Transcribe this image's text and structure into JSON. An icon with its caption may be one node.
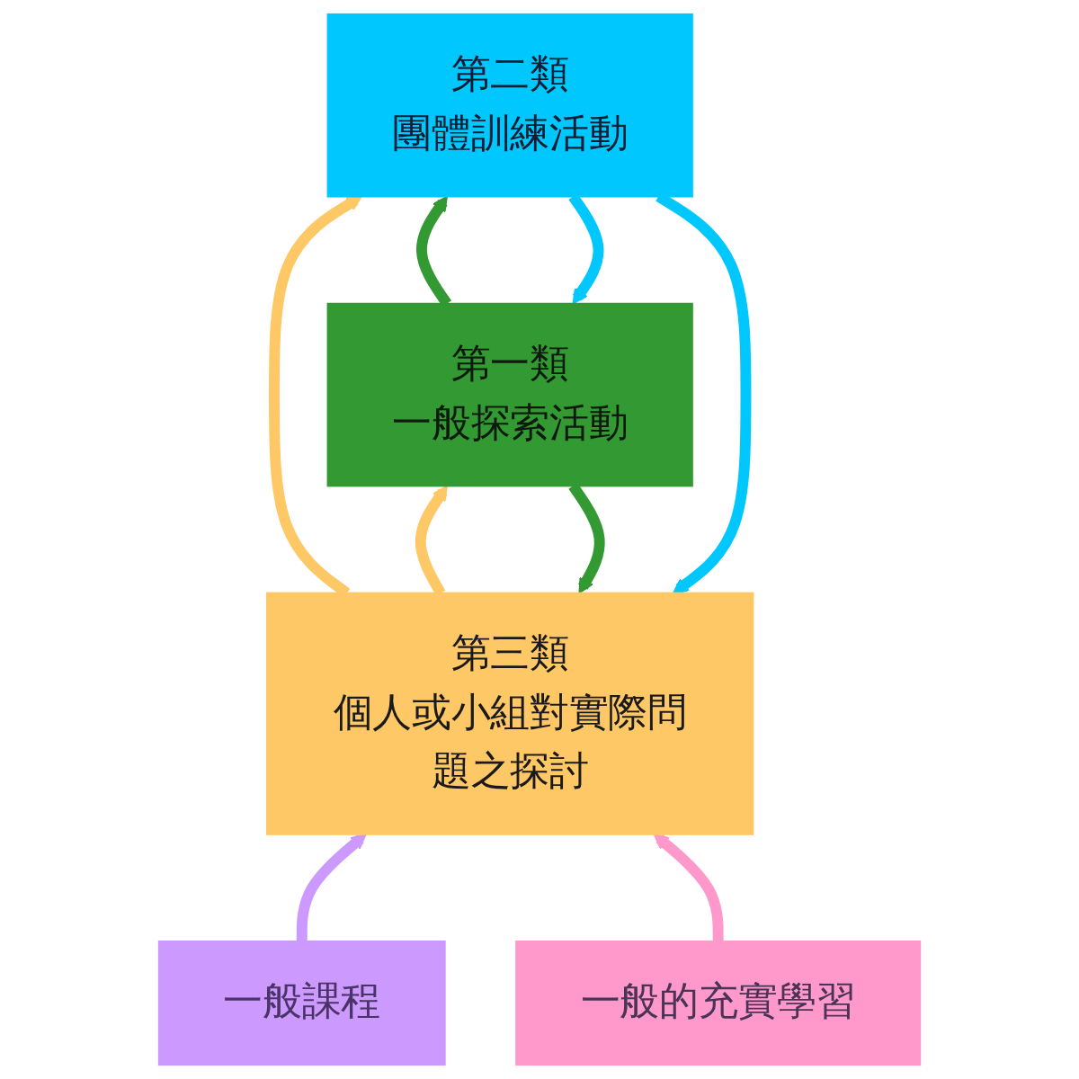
{
  "diagram": {
    "nodes": [
      {
        "text": [
          "第一類",
          "一般探索活動"
        ]
      },
      {
        "text": [
          "第二類",
          "團體訓練活動"
        ]
      },
      {
        "text": [
          "第三類",
          "個人或小組對實際問題之探討"
        ]
      },
      {
        "text": [
          "一般課程"
        ]
      },
      {
        "text": [
          "一般的充實學習"
        ]
      }
    ],
    "edges": [
      {
        "from": 3,
        "to": 2,
        "arrow": "to",
        "color": "#cc99ff"
      },
      {
        "from": 4,
        "to": 2,
        "arrow": "to",
        "color": "#ff99cc"
      },
      {
        "from": 2,
        "to": 0,
        "arrow": "to",
        "color": "#ffc866"
      },
      {
        "from": 2,
        "to": 1,
        "arrow": "to",
        "color": "#ffc866"
      },
      {
        "from": 0,
        "to": 1,
        "arrow": "to",
        "color": "#339933"
      },
      {
        "from": 1,
        "to": 0,
        "arrow": "to",
        "color": "#00c8ff"
      },
      {
        "from": 0,
        "to": 2,
        "arrow": "to",
        "color": "#339933"
      },
      {
        "from": 1,
        "to": 2,
        "arrow": "to",
        "color": "#00c8ff"
      }
    ]
  }
}
